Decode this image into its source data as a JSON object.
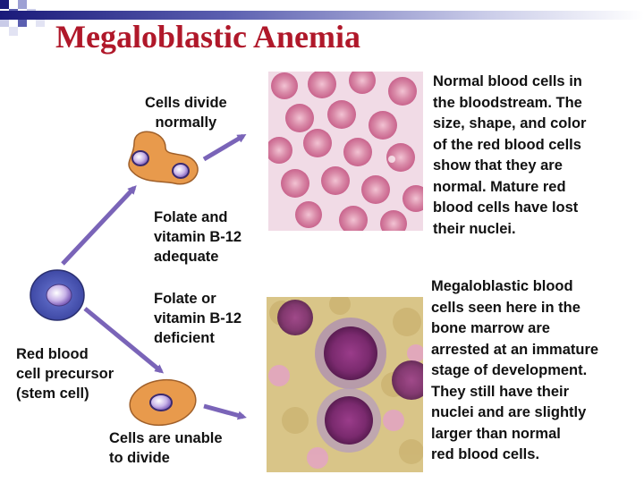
{
  "slide": {
    "title": "Megaloblastic Anemia"
  },
  "diagram": {
    "labels": {
      "cells_divide_normally": "Cells divide\nnormally",
      "adequate": "Folate and\nvitamin B-12\nadequate",
      "deficient": "Folate or\nvitamin B-12\ndeficient",
      "precursor": "Red blood\ncell precursor\n(stem cell)",
      "unable": "Cells are unable\nto divide"
    },
    "descriptions": {
      "normal": "Normal blood cells in\nthe bloodstream. The\nsize, shape, and color\nof the red blood cells\nshow that they are\nnormal. Mature red\nblood cells have lost\ntheir nuclei.",
      "megaloblastic": "Megaloblastic blood\ncells seen here in the\nbone marrow are\narrested at an immature\nstage of development.\nThey still have their\nnuclei and are slightly\nlarger than normal\nred blood cells."
    }
  },
  "colors": {
    "title": "#b0182a",
    "arrow": "#7a64b8",
    "stem_cell": "#4a56b4",
    "dividing_cell": "#e89a4c",
    "rbc": "#d77ea0",
    "megaloblast": "#7a2a6e"
  }
}
